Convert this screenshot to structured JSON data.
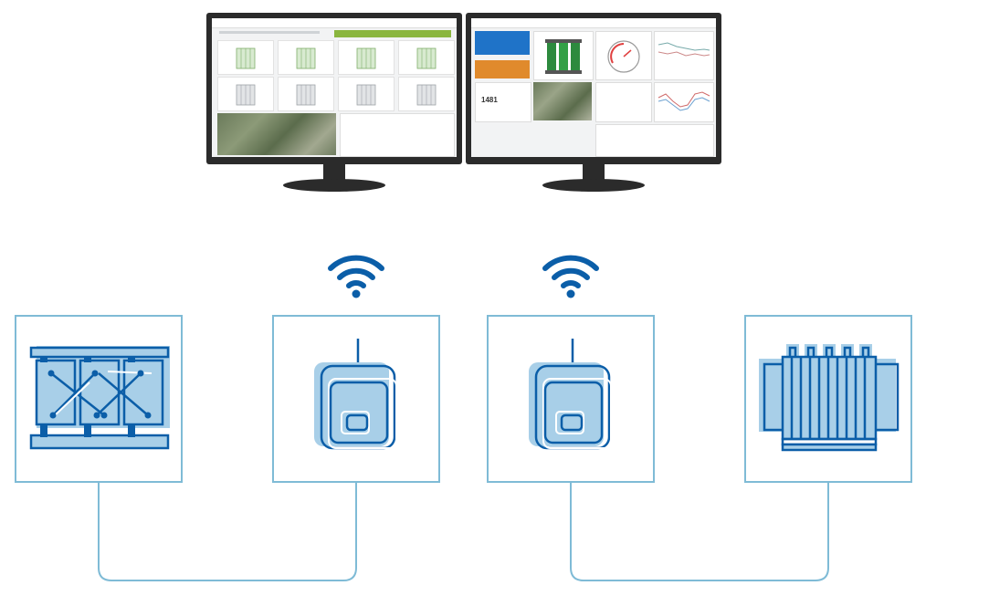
{
  "colors": {
    "line": "#7fbbd6",
    "wifi": "#0b5ea8",
    "icon_fill": "#a8cfe8",
    "icon_stroke": "#0b5ea8",
    "bezel": "#2b2b2b",
    "accent_green": "#8ab63f",
    "accent_blue": "#1f73c8",
    "accent_orange": "#e08a2c"
  },
  "monitors": [
    {
      "name": "left-monitor",
      "screen": "transformer-overview-dashboard"
    },
    {
      "name": "right-monitor",
      "screen": "transformer-detail-dashboard"
    }
  ],
  "devices": [
    {
      "name": "dry-type-transformer",
      "icon": "dry-transformer-icon"
    },
    {
      "name": "wireless-sensor-1",
      "icon": "sensor-device-icon",
      "wireless": true
    },
    {
      "name": "wireless-sensor-2",
      "icon": "sensor-device-icon",
      "wireless": true
    },
    {
      "name": "oil-transformer",
      "icon": "oil-transformer-icon"
    }
  ],
  "right_dashboard": {
    "reading": "1481"
  }
}
